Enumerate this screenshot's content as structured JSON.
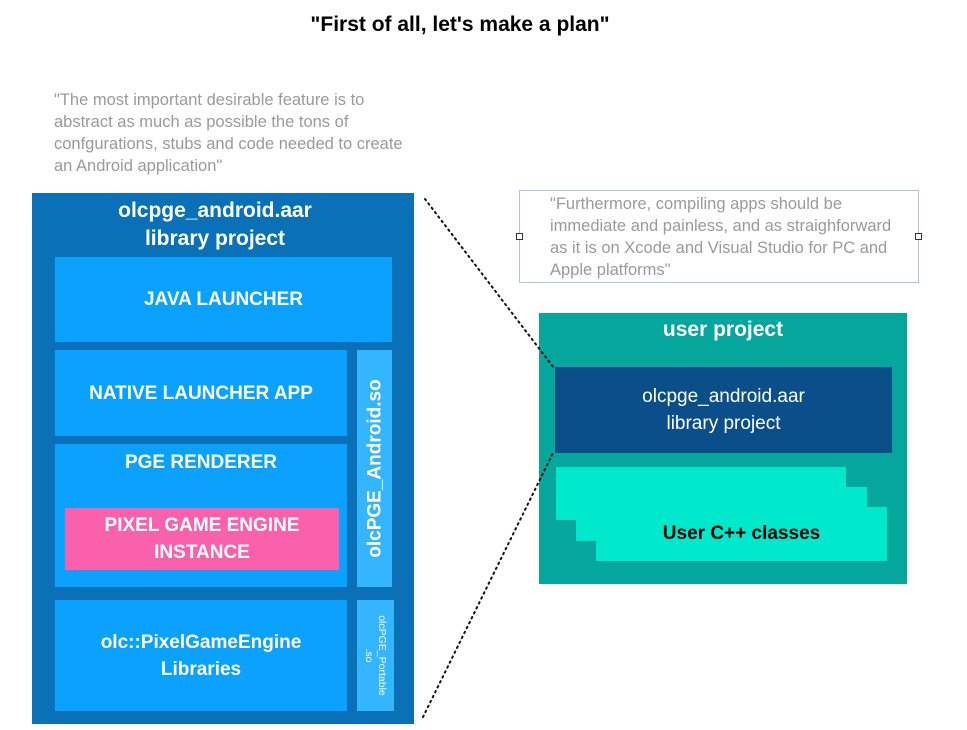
{
  "title": "\"First of all, let's make a plan\"",
  "quotes": {
    "left": "\"The most important desirable feature is to abstract as much as possible the tons of confgurations, stubs and code needed to create an Android application\"",
    "right": "\"Furthermore, compiling apps should be immediate and painless, and as straighforward as it is on Xcode and Visual Studio for PC and Apple platforms\""
  },
  "library_project": {
    "title_line1": "olcpge_android.aar",
    "title_line2": "library project",
    "java_launcher": "JAVA LAUNCHER",
    "native_launcher": "NATIVE LAUNCHER APP",
    "renderer": "PGE RENDERER",
    "pge_instance_line1": "PIXEL GAME ENGINE",
    "pge_instance_line2": "INSTANCE",
    "android_so": "olcPGE_Android.so",
    "libraries_line1": "olc::PixelGameEngine",
    "libraries_line2": "Libraries",
    "portable_so_line1": "olcPGE_Portable",
    "portable_so_line2": ".so"
  },
  "user_project": {
    "title": "user project",
    "library_line1": "olcpge_android.aar",
    "library_line2": "library project",
    "classes": "User C++ classes"
  },
  "colors": {
    "library_bg": "#0a70b8",
    "module_bg": "#0aa1ff",
    "so_bg": "#34b5ff",
    "pge_instance_bg": "#fa61ad",
    "user_project_bg": "#05a69c",
    "user_library_bg": "#0b4f8a",
    "user_classes_bg": "#00e8cc"
  }
}
